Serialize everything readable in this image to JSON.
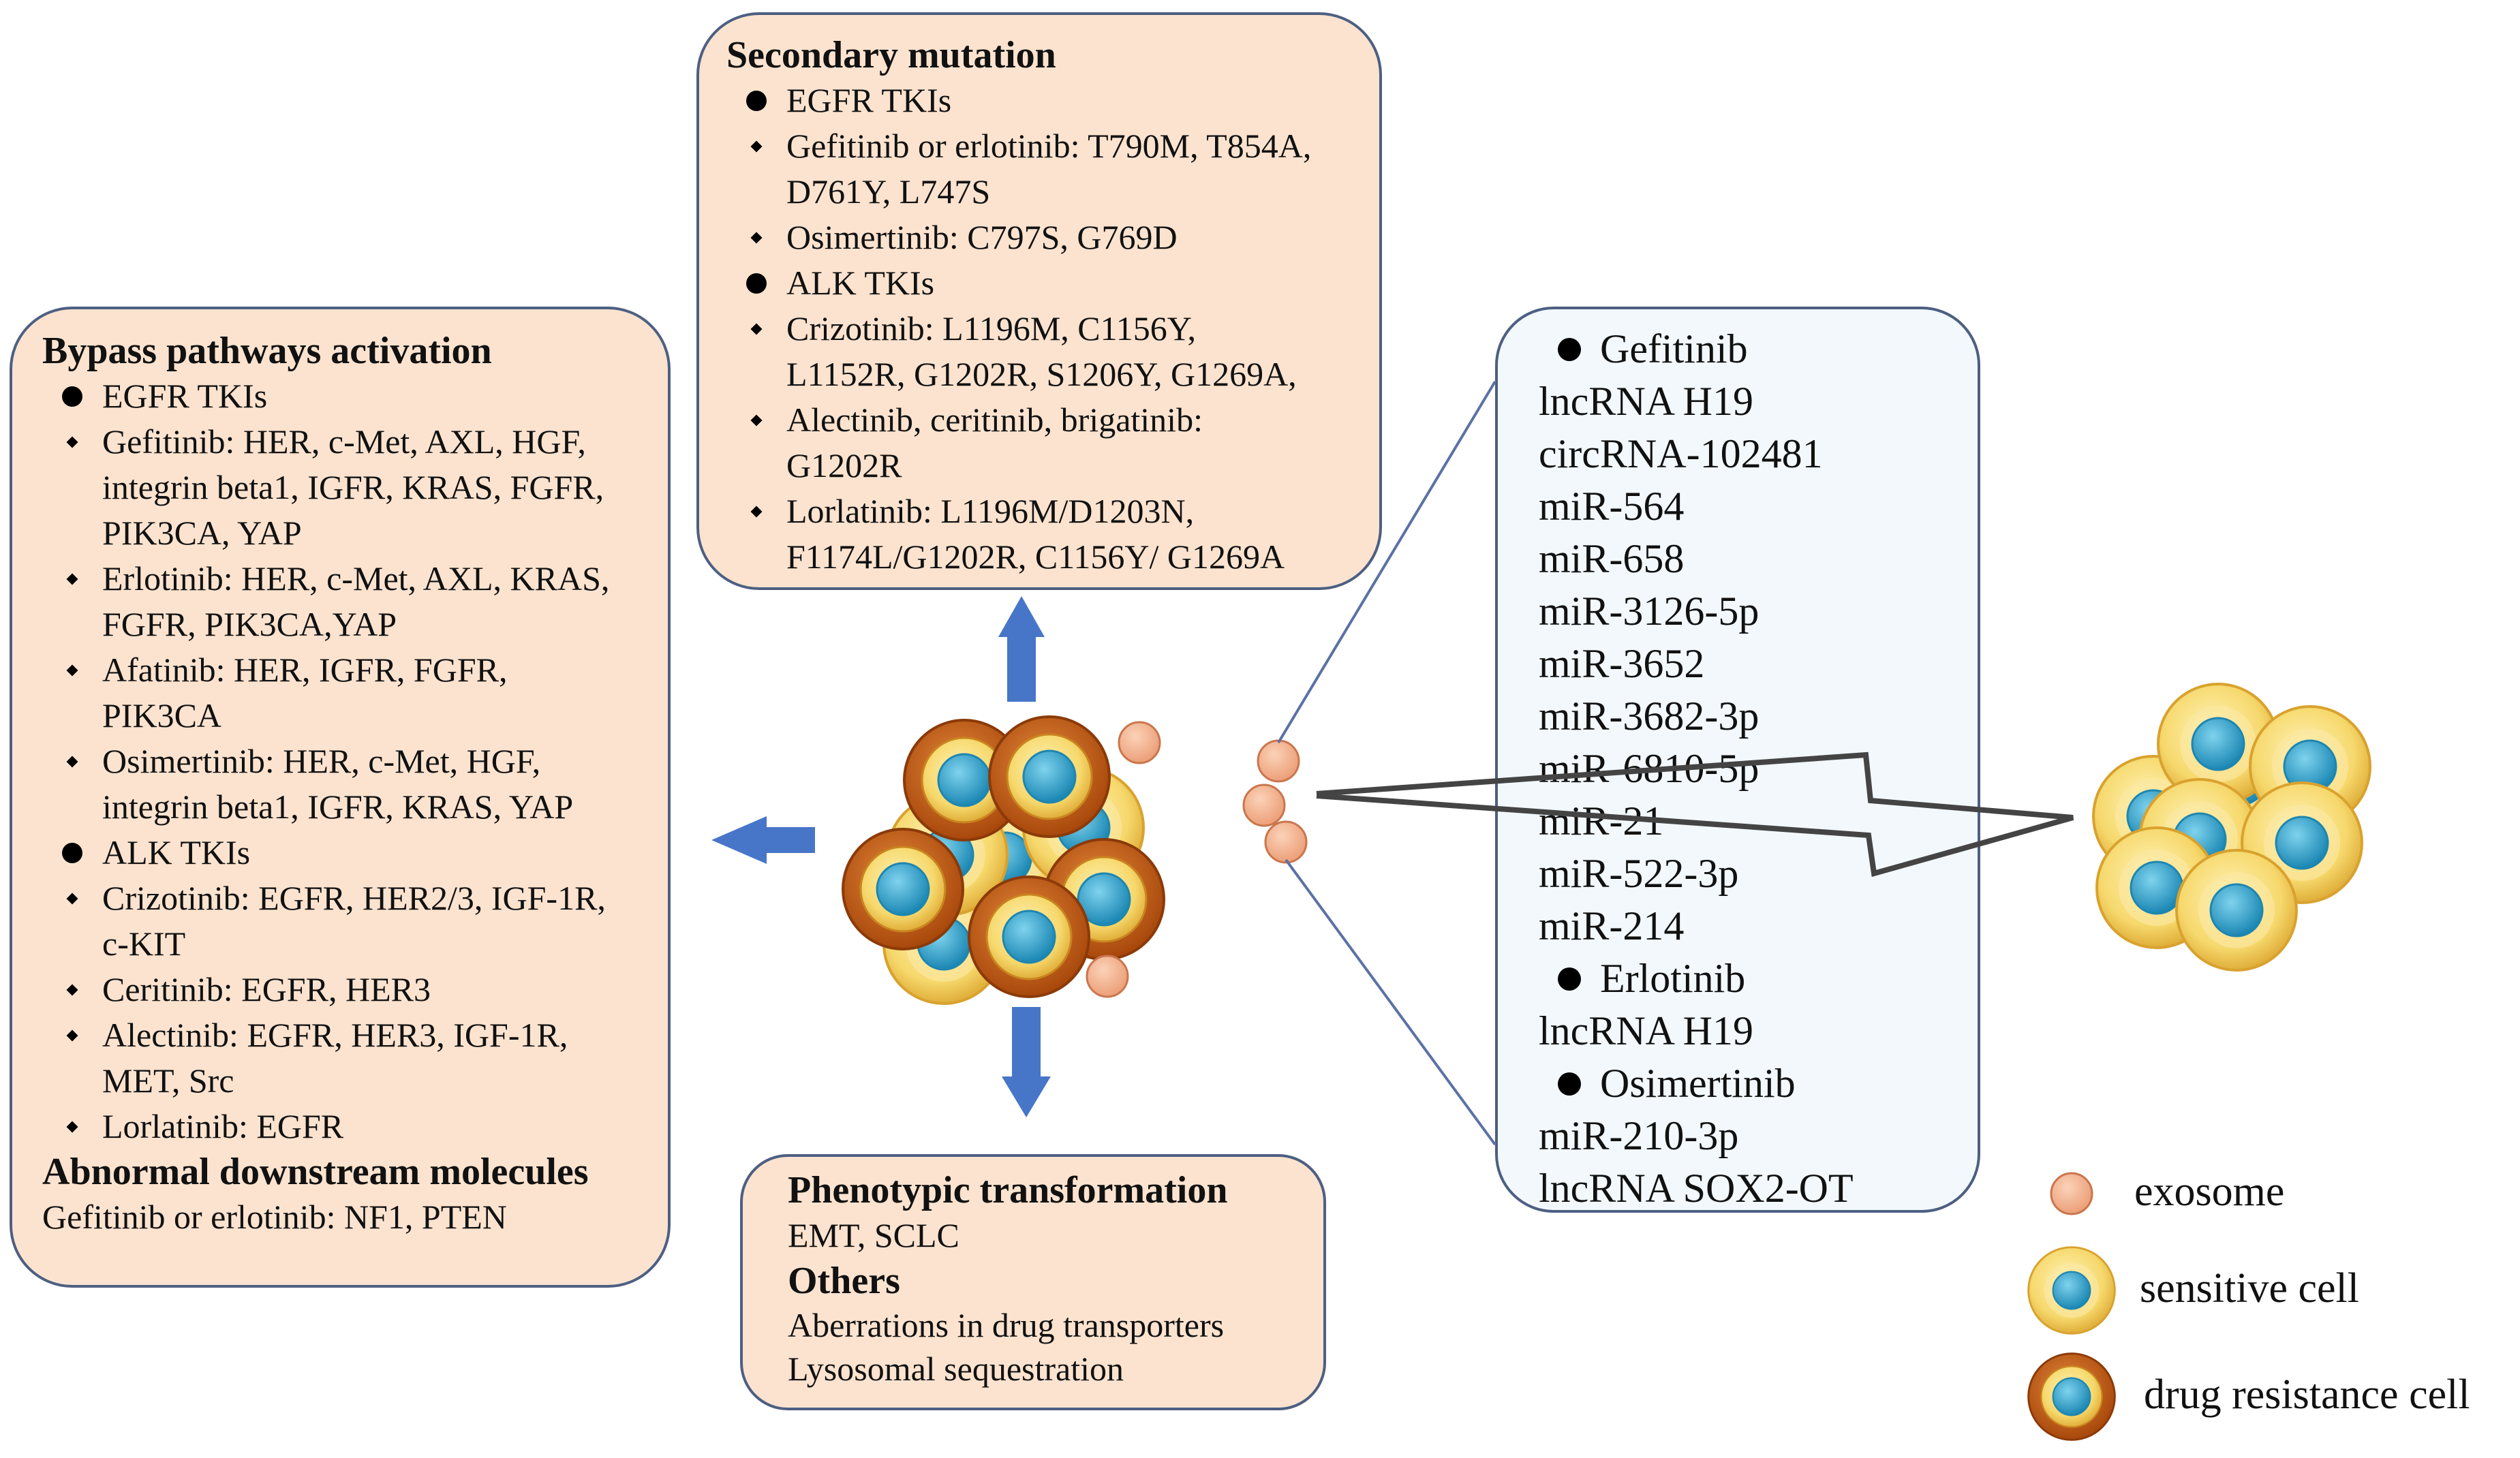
{
  "bypass": {
    "title": "Bypass pathways activation",
    "items": [
      {
        "m": "dot",
        "t": [
          "EGFR TKIs"
        ]
      },
      {
        "m": "dia",
        "t": [
          "Gefitinib: HER, c-Met, AXL, HGF,",
          "integrin beta1, IGFR, KRAS, FGFR,",
          "PIK3CA, YAP"
        ]
      },
      {
        "m": "dia",
        "t": [
          "Erlotinib: HER, c-Met, AXL, KRAS,",
          "FGFR, PIK3CA,YAP"
        ]
      },
      {
        "m": "dia",
        "t": [
          "Afatinib: HER, IGFR, FGFR,",
          "PIK3CA"
        ]
      },
      {
        "m": "dia",
        "t": [
          "Osimertinib: HER, c-Met, HGF,",
          "integrin beta1, IGFR, KRAS, YAP"
        ]
      },
      {
        "m": "dot",
        "t": [
          "ALK TKIs"
        ]
      },
      {
        "m": "dia",
        "t": [
          "Crizotinib: EGFR, HER2/3, IGF-1R,",
          "c-KIT"
        ]
      },
      {
        "m": "dia",
        "t": [
          "Ceritinib: EGFR, HER3"
        ]
      },
      {
        "m": "dia",
        "t": [
          "Alectinib: EGFR, HER3, IGF-1R,",
          "MET, Src"
        ]
      },
      {
        "m": "dia",
        "t": [
          "Lorlatinib: EGFR"
        ]
      }
    ],
    "subtitle": "Abnormal downstream molecules",
    "subtext": "Gefitinib or erlotinib: NF1, PTEN"
  },
  "secondary": {
    "title": "Secondary mutation",
    "items": [
      {
        "m": "dot",
        "t": [
          "EGFR TKIs"
        ]
      },
      {
        "m": "dia",
        "t": [
          "Gefitinib or erlotinib: T790M, T854A,",
          "D761Y, L747S"
        ]
      },
      {
        "m": "dia",
        "t": [
          "Osimertinib: C797S, G769D"
        ]
      },
      {
        "m": "dot",
        "t": [
          "ALK TKIs"
        ]
      },
      {
        "m": "dia",
        "t": [
          "Crizotinib: L1196M, C1156Y,",
          "L1152R, G1202R, S1206Y, G1269A,"
        ]
      },
      {
        "m": "dia",
        "t": [
          "Alectinib, ceritinib, brigatinib:",
          "G1202R"
        ]
      },
      {
        "m": "dia",
        "t": [
          "Lorlatinib: L1196M/D1203N,",
          "F1174L/G1202R, C1156Y/ G1269A"
        ]
      }
    ]
  },
  "phenotypic": {
    "title": "Phenotypic transformation",
    "text": "EMT, SCLC",
    "others_title": "Others",
    "others": [
      "Aberrations in drug transporters",
      "Lysosomal sequestration"
    ]
  },
  "exosome_cargo": {
    "items": [
      {
        "m": "dot",
        "t": "Gefitinib"
      },
      {
        "m": "",
        "t": "lncRNA H19"
      },
      {
        "m": "",
        "t": "circRNA-102481"
      },
      {
        "m": "",
        "t": "miR-564"
      },
      {
        "m": "",
        "t": "miR-658"
      },
      {
        "m": "",
        "t": "miR-3126-5p"
      },
      {
        "m": "",
        "t": "miR-3652"
      },
      {
        "m": "",
        "t": "miR-3682-3p"
      },
      {
        "m": "",
        "t": "miR-6810-5p"
      },
      {
        "m": "",
        "t": "miR-21"
      },
      {
        "m": "",
        "t": "miR-522-3p"
      },
      {
        "m": "",
        "t": "miR-214"
      },
      {
        "m": "dot",
        "t": "Erlotinib"
      },
      {
        "m": "",
        "t": "lncRNA H19"
      },
      {
        "m": "dot",
        "t": "Osimertinib"
      },
      {
        "m": "",
        "t": "miR-210-3p"
      },
      {
        "m": "",
        "t": "lncRNA SOX2-OT"
      }
    ]
  },
  "legend": {
    "exosome": "exosome",
    "sensitive": "sensitive cell",
    "resistant": "drug resistance cell"
  },
  "colors": {
    "box_fill": "#fbe3cf",
    "box_border": "#4d5f82",
    "cargo_fill": "#f2f8fc",
    "arrow": "#4776c9",
    "exosome": "#f2b190",
    "cell_yellow": "#f5d770",
    "cell_rim": "#b5520e",
    "nucleus": "#31a5cc"
  }
}
